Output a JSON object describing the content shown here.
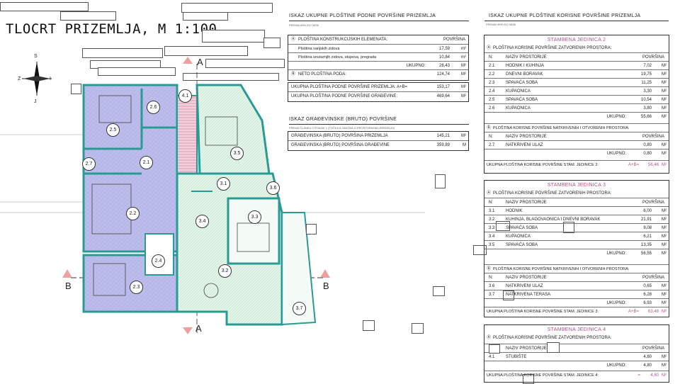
{
  "title": "TLOCRT PRIZEMLJA, M 1:100",
  "compass": {
    "s": "S",
    "j": "J",
    "z": "Z",
    "i": "I"
  },
  "section_marks": {
    "a_top": "A",
    "a_bottom": "A",
    "b_left": "B",
    "b_right": "B"
  },
  "rooms": [
    {
      "id": "2.1"
    },
    {
      "id": "2.2"
    },
    {
      "id": "2.3"
    },
    {
      "id": "2.4"
    },
    {
      "id": "2.5"
    },
    {
      "id": "2.6"
    },
    {
      "id": "2.7"
    },
    {
      "id": "3.1"
    },
    {
      "id": "3.2"
    },
    {
      "id": "3.3"
    },
    {
      "id": "3.4"
    },
    {
      "id": "3.5"
    },
    {
      "id": "3.6"
    },
    {
      "id": "3.7"
    },
    {
      "id": "4.1"
    }
  ],
  "floor_summary": {
    "heading": "ISKAZ UKUPNE PLOŠTINE PODNE POVRŠINE PRIZEMLJA",
    "sub": "PREMA HRN ISO 9836",
    "col_povrsina": "POVRŠINA",
    "a_label": "PLOŠTINA KONSTRUKCIJSKIH ELEMENATA:",
    "a_rows": [
      {
        "label": "Ploština vanjskih zidova",
        "value": "17,59",
        "unit": "m²"
      },
      {
        "label": "Ploština unutarnjih zidova, stupova, pregrada",
        "value": "10,84",
        "unit": "m²"
      }
    ],
    "a_total_label": "UKUPNO:",
    "a_total": "28,43",
    "a_unit": "m²",
    "b_label": "NETO PLOŠTINA PODA:",
    "b_value": "124,74",
    "b_unit": "m²",
    "c_rows": [
      {
        "label": "UKUPNA PLOŠTINA PODNE POVRŠINE PRIZEMLJA: A+B=",
        "value": "153,17",
        "unit": "m²"
      },
      {
        "label": "UKUPNA PLOŠTINA PODNE POVRŠINE GRAĐEVINE:",
        "value": "469,64",
        "unit": "m²"
      }
    ]
  },
  "gross_summary": {
    "heading": "ISKAZ GRAĐEVINSKE (BRUTO) POVRŠINE",
    "sub": "PREMA ČLANKU 3 STAVAK 1 (TOČKA 8 ZAKONA O PROSTORNOM UREĐENJU)",
    "rows": [
      {
        "label": "GRAĐEVINSKA (BRUTO) POVRŠINA PRIZEMLJA",
        "value": "145,21",
        "unit": "m²"
      },
      {
        "label": "GRAĐEVINSKA (BRUTO) POVRŠINA GRAĐEVINE",
        "value": "359,89",
        "unit": "m"
      }
    ]
  },
  "units_summary": {
    "heading": "ISKAZ UKUPNE PLOŠTINE KORISNE POVRŠINE PRIZEMLJA",
    "sub": "PREMA HRN ISO 9836",
    "col_naziv": "NAZIV PROSTORIJE",
    "col_povrsina": "POVRŠINA",
    "zatv_label": "PLOŠTINA KORISNE POVRŠINE ZATVORENIH PROSTORA:",
    "natkr_label": "PLOŠTINA KORISNE POVRŠINE NATKRIVENIH I OTVORENIH PROSTORA:",
    "ukupno": "UKUPNO:",
    "units": [
      {
        "name": "STAMBENA JEDINICA 2",
        "closed": [
          {
            "n": "2.1",
            "name": "HODNIK I KUHINJA",
            "area": "7,02",
            "unit": "m²"
          },
          {
            "n": "2.2",
            "name": "DNEVNI BORAVAK",
            "area": "19,75",
            "unit": "m²"
          },
          {
            "n": "2.3",
            "name": "SPAVAĆA SOBA",
            "area": "11,25",
            "unit": "m²"
          },
          {
            "n": "2.4",
            "name": "KUPAONICA",
            "area": "3,30",
            "unit": "m²"
          },
          {
            "n": "2.5",
            "name": "SPAVAĆA SOBA",
            "area": "10,54",
            "unit": "m²"
          },
          {
            "n": "2.6",
            "name": "KUPAONICA",
            "area": "3,80",
            "unit": "m²"
          }
        ],
        "closed_total": "55,66",
        "closed_unit": "m²",
        "open": [
          {
            "n": "2.7",
            "name": "NATKRIVENI ULAZ",
            "area": "0,80",
            "unit": "m²"
          }
        ],
        "open_total": "0,80",
        "open_unit": "m²",
        "grand_label": "UKUPNA PLOŠTINA KORISNE POVRŠINE STAM. JEDINICE 2:",
        "grand_formula": "A+B=",
        "grand": "56,46",
        "grand_unit": "m²"
      },
      {
        "name": "STAMBENA JEDINICA 3",
        "closed": [
          {
            "n": "3.1",
            "name": "HODNIK",
            "area": "6,00",
            "unit": "m²"
          },
          {
            "n": "3.2",
            "name": "KUHINJA, BLAGOVAONICA I DNEVNI BORAVAK",
            "area": "21,91",
            "unit": "m²"
          },
          {
            "n": "3.3",
            "name": "SPAVAĆA SOBA",
            "area": "9,08",
            "unit": "m²"
          },
          {
            "n": "3.4",
            "name": "KUPAONICA",
            "area": "6,21",
            "unit": "m²"
          },
          {
            "n": "3.5",
            "name": "SPAVAĆA SOBA",
            "area": "13,35",
            "unit": "m²"
          }
        ],
        "closed_total": "56,55",
        "closed_unit": "m²",
        "open": [
          {
            "n": "3.6",
            "name": "NATKRIVENI ULAZ",
            "area": "0,65",
            "unit": "m²"
          },
          {
            "n": "3.7",
            "name": "NATKRIVENA TERASA",
            "area": "6,28",
            "unit": "m²"
          }
        ],
        "open_total": "6,93",
        "open_unit": "m²",
        "grand_label": "UKUPNA PLOŠTINA KORISNE POVRŠINE STAM. JEDINICE 3:",
        "grand_formula": "A+B=",
        "grand": "63,48",
        "grand_unit": "m²"
      },
      {
        "name": "STAMBENA JEDINICA 4",
        "closed": [
          {
            "n": "4.1",
            "name": "STUBIŠTE",
            "area": "4,80",
            "unit": "m²"
          }
        ],
        "closed_total": "4,80",
        "closed_unit": "m²",
        "grand_label": "UKUPNA PLOŠTINA KORISNE POVRŠINE STAM. JEDINICE 4:",
        "grand_formula": "=",
        "grand": "4,80",
        "grand_unit": "m²"
      }
    ]
  }
}
